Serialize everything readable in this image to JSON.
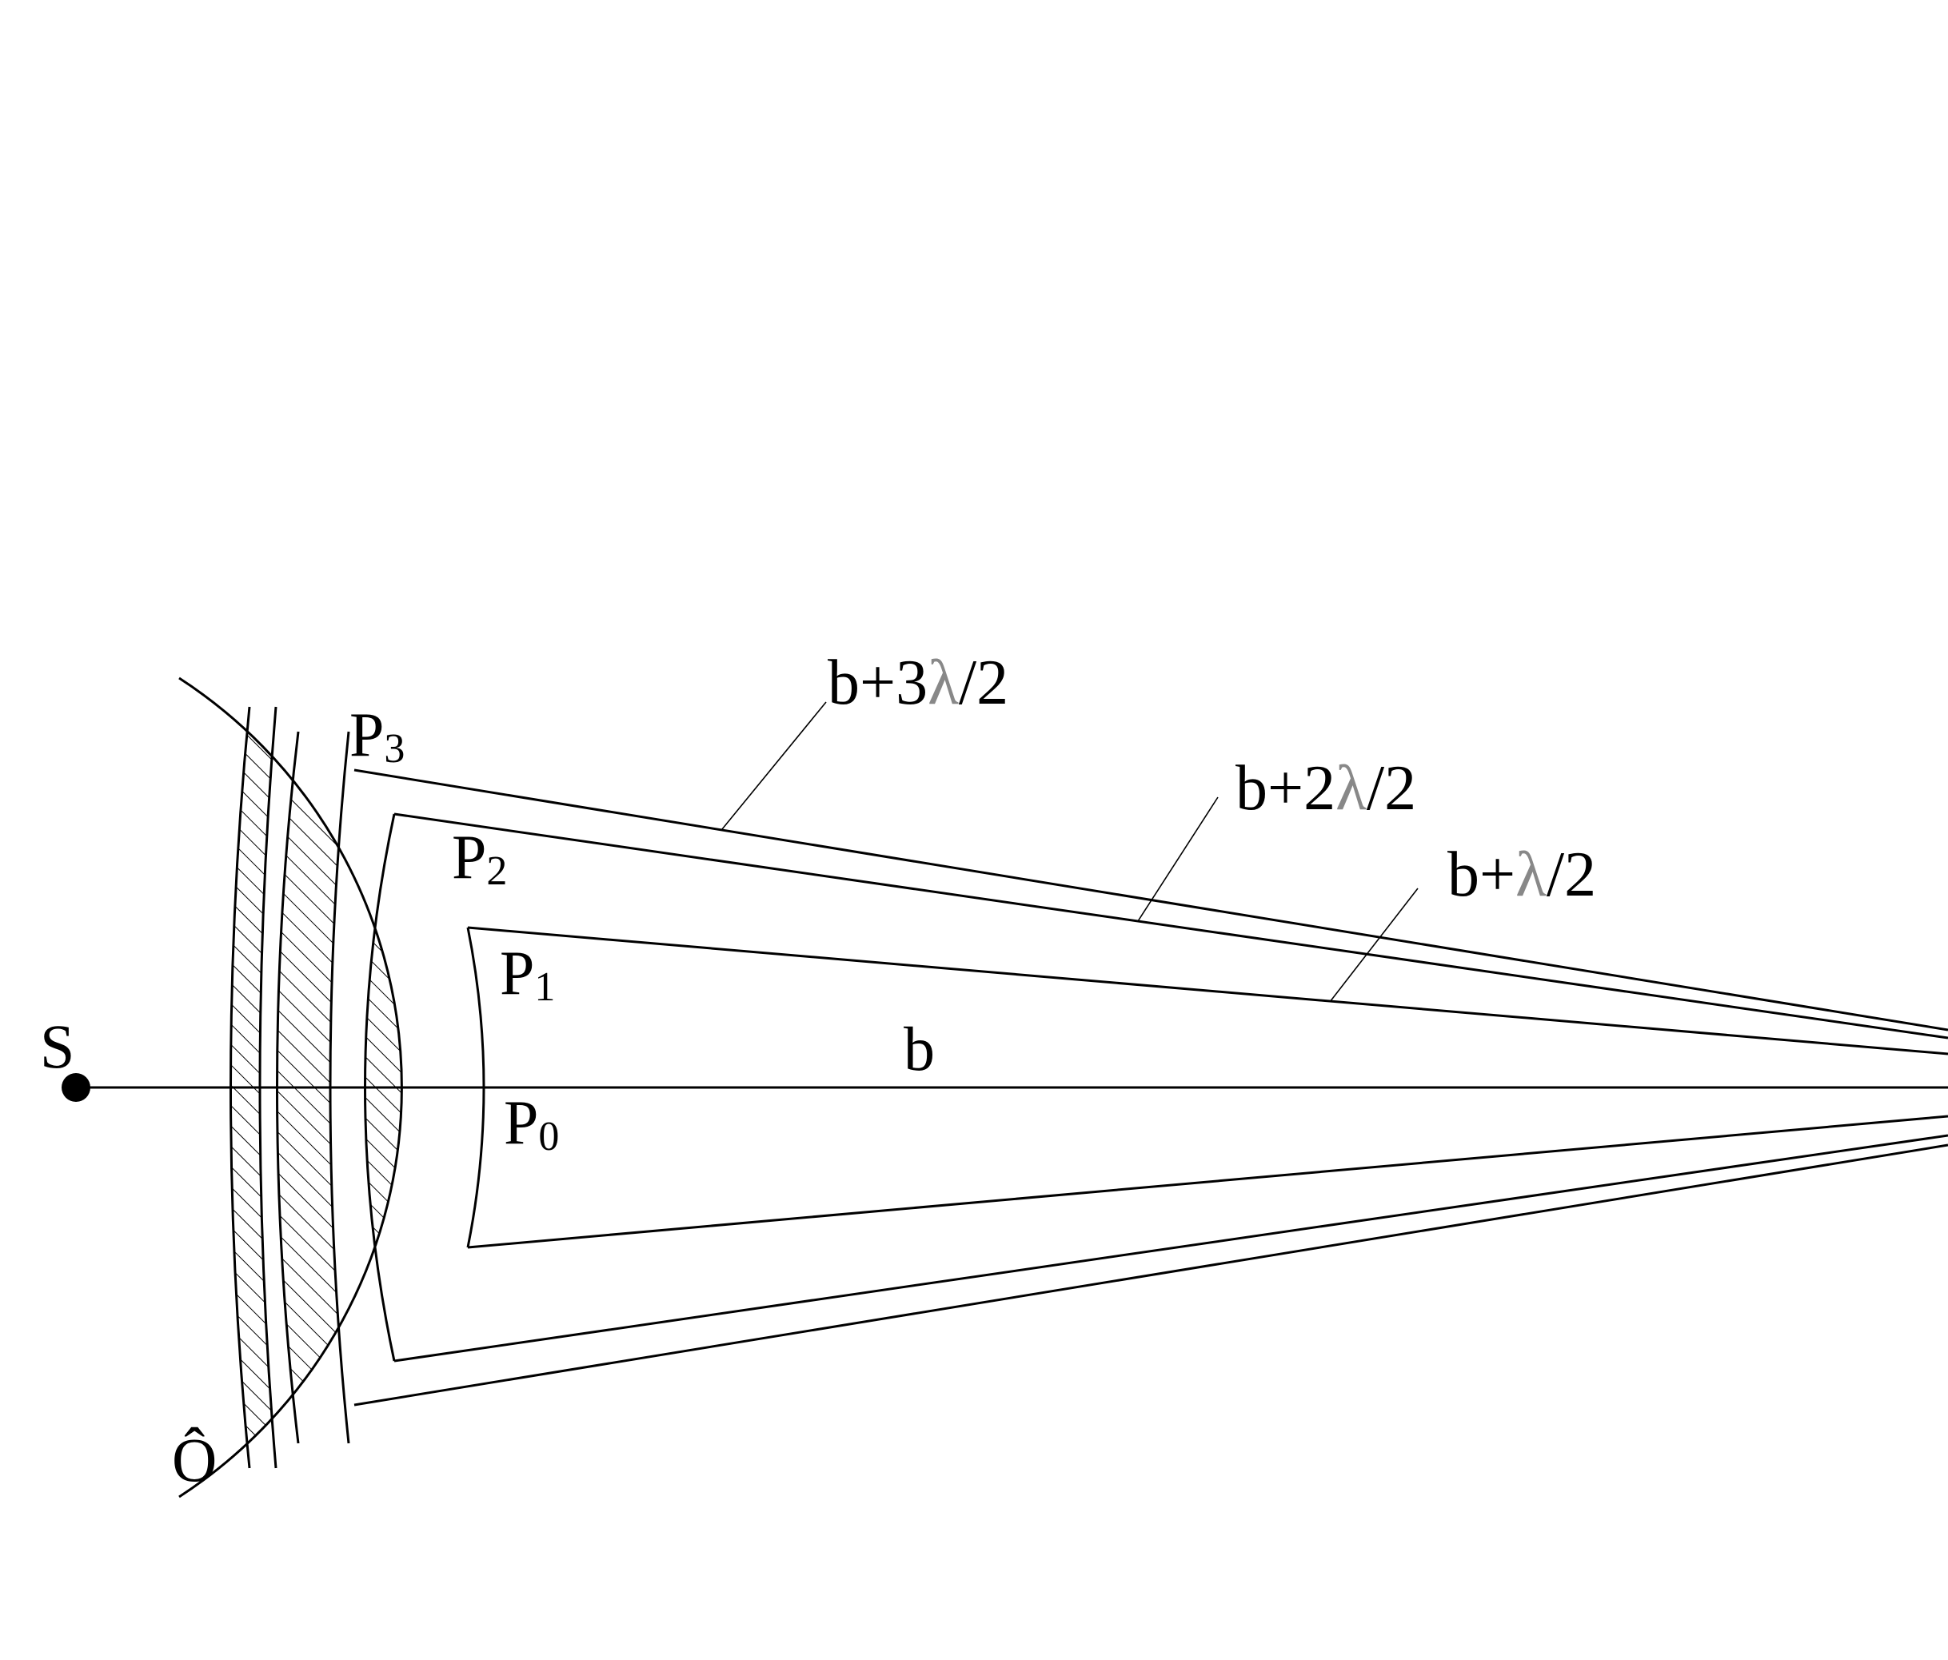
{
  "colors": {
    "line": "#000000",
    "background": "#ffffff"
  },
  "labels": {
    "source": "S",
    "wavefront": "Ô",
    "axis": "b",
    "p0": {
      "letter": "P",
      "index": "0"
    },
    "p1": {
      "letter": "P",
      "index": "1"
    },
    "p2": {
      "letter": "P",
      "index": "2"
    },
    "p3": {
      "letter": "P",
      "index": "3"
    },
    "path1": {
      "prefix": "b+",
      "lambda": "λ",
      "suffix": "/2"
    },
    "path2": {
      "prefix": "b+2",
      "lambda": "λ",
      "suffix": "/2"
    },
    "path3": {
      "prefix": "b+3",
      "lambda": "λ",
      "suffix": "/2"
    }
  }
}
